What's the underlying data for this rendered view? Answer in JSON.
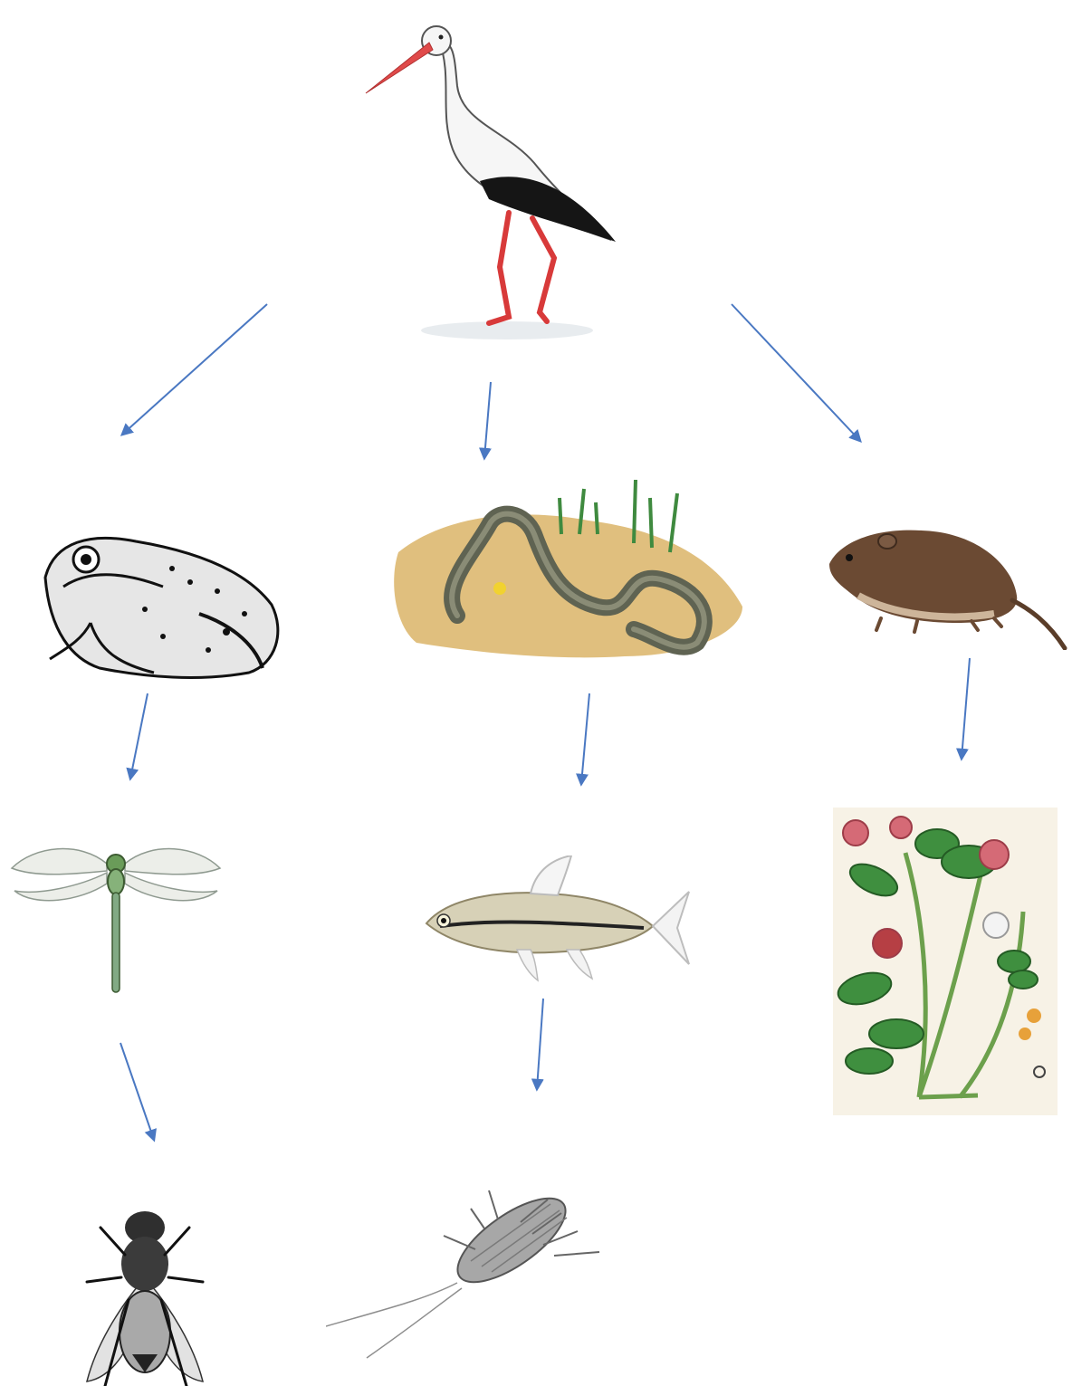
{
  "food_web": {
    "organisms": [
      {
        "id": "stork",
        "icon": "stork-icon"
      },
      {
        "id": "frog",
        "icon": "frog-icon"
      },
      {
        "id": "grass-snake",
        "icon": "snake-icon"
      },
      {
        "id": "vole",
        "icon": "vole-icon"
      },
      {
        "id": "dragonfly",
        "icon": "dragonfly-icon"
      },
      {
        "id": "fish",
        "icon": "fish-icon"
      },
      {
        "id": "clover",
        "icon": "clover-icon"
      },
      {
        "id": "fly",
        "icon": "fly-icon"
      },
      {
        "id": "water-insect-larva",
        "icon": "larva-icon"
      }
    ],
    "links": [
      {
        "from": "stork",
        "to": "frog"
      },
      {
        "from": "stork",
        "to": "grass-snake"
      },
      {
        "from": "stork",
        "to": "vole"
      },
      {
        "from": "frog",
        "to": "dragonfly"
      },
      {
        "from": "grass-snake",
        "to": "fish"
      },
      {
        "from": "vole",
        "to": "clover"
      },
      {
        "from": "dragonfly",
        "to": "fly"
      },
      {
        "from": "fish",
        "to": "water-insect-larva"
      }
    ],
    "arrow_color": "#4a78c2"
  }
}
